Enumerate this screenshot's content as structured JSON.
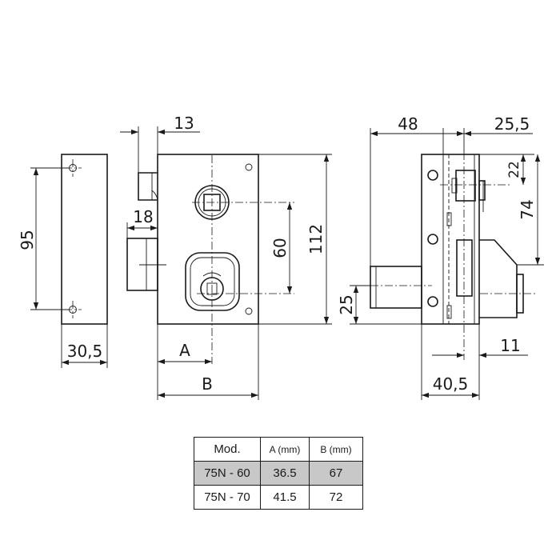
{
  "dimensions": {
    "front_view": {
      "w13": "13",
      "w18": "18",
      "h60": "60",
      "h112": "112",
      "label_a": "A",
      "label_b": "B"
    },
    "side_left": {
      "h95": "95",
      "w30_5": "30,5"
    },
    "side_right": {
      "w48": "48",
      "w25_5": "25,5",
      "h22": "22",
      "h74": "74",
      "h25": "25",
      "w11": "11",
      "w40_5": "40,5"
    }
  },
  "table": {
    "headers": [
      "Mod.",
      "A (mm)",
      "B (mm)"
    ],
    "rows": [
      {
        "mod": "75N - 60",
        "a": "36.5",
        "b": "67",
        "highlighted": true
      },
      {
        "mod": "75N - 70",
        "a": "41.5",
        "b": "72",
        "highlighted": false
      }
    ]
  },
  "colors": {
    "line": "#1a1a1a",
    "highlight_row": "#c8c8c8"
  }
}
